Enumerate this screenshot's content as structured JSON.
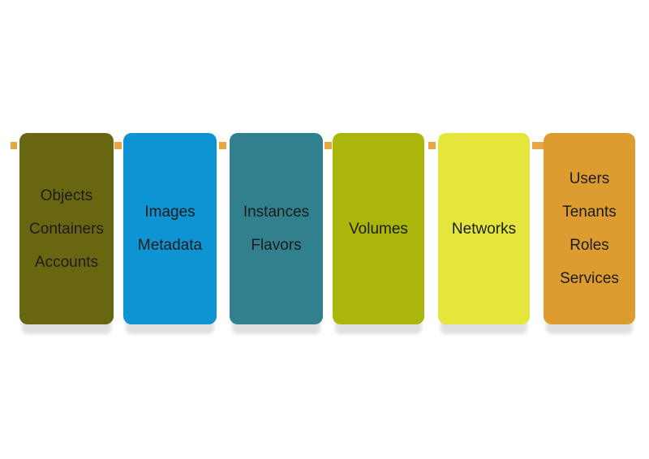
{
  "diagram": {
    "background": "#ffffff",
    "text_color": "#1c1c1c"
  },
  "connector": {
    "color": "#e9a640"
  },
  "cards": [
    {
      "name": "card-objects",
      "color": "#696611",
      "labels": [
        "Objects",
        "Containers",
        "Accounts"
      ]
    },
    {
      "name": "card-images",
      "color": "#0e94d2",
      "labels": [
        "Images",
        "Metadata"
      ]
    },
    {
      "name": "card-instances",
      "color": "#31808e",
      "labels": [
        "Instances",
        "Flavors"
      ]
    },
    {
      "name": "card-volumes",
      "color": "#aab70a",
      "labels": [
        "Volumes"
      ]
    },
    {
      "name": "card-networks",
      "color": "#e4e63b",
      "labels": [
        "Networks"
      ]
    },
    {
      "name": "card-users",
      "color": "#dd9c2f",
      "labels": [
        "Users",
        "Tenants",
        "Roles",
        "Services"
      ]
    }
  ]
}
